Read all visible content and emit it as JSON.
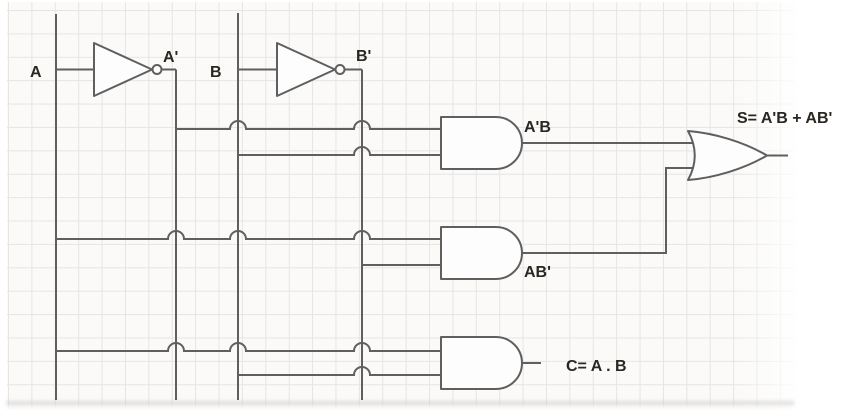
{
  "colors": {
    "stroke": "#5f5f5f",
    "label": "#2a2621",
    "grid_line": "#e7e5e2",
    "canvas": "#fbfaf9",
    "page": "#ffffff"
  },
  "labels": {
    "input_a": "A",
    "input_b": "B",
    "not_a_output": "A'",
    "not_b_output": "B'",
    "and1_output": "A'B",
    "and2_output": "AB'",
    "carry_output": "C= A . B",
    "sum_output": "S= A'B + AB'"
  },
  "gates": [
    {
      "id": "not-gate-a",
      "type": "NOT",
      "input": "A",
      "output": "A'"
    },
    {
      "id": "not-gate-b",
      "type": "NOT",
      "input": "B",
      "output": "B'"
    },
    {
      "id": "and-gate-1",
      "type": "AND",
      "inputs": [
        "A'",
        "B"
      ],
      "output": "A'B"
    },
    {
      "id": "and-gate-2",
      "type": "AND",
      "inputs": [
        "A",
        "B'"
      ],
      "output": "AB'"
    },
    {
      "id": "and-gate-carry",
      "type": "AND",
      "inputs": [
        "A",
        "B"
      ],
      "output": "C= A . B"
    },
    {
      "id": "or-gate-sum",
      "type": "OR",
      "inputs": [
        "A'B",
        "AB'"
      ],
      "output": "S= A'B + AB'"
    }
  ]
}
